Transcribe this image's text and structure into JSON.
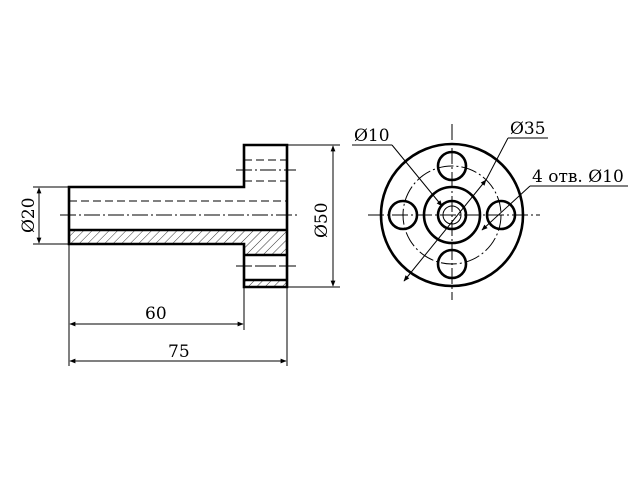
{
  "labels": {
    "shaft_diameter": "Ø20",
    "flange_diameter": "Ø50",
    "shaft_length": "60",
    "total_length": "75",
    "center_hole_diameter": "Ø10",
    "bolt_circle_diameter": "Ø35",
    "holes_note": "4 отв. Ø10"
  }
}
